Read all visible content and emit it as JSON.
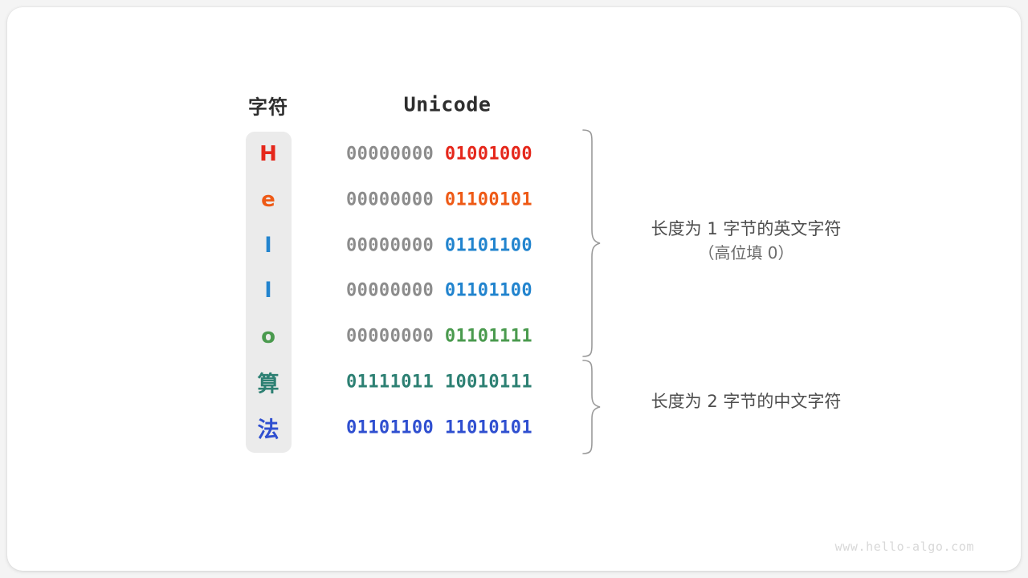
{
  "card": {
    "background": "#ffffff",
    "page_background": "#f4f4f4"
  },
  "table": {
    "headers": {
      "character": "字符",
      "unicode": "Unicode"
    },
    "pill_color": "#ebebeb",
    "high_byte_color": "#8c8c8c",
    "rows": [
      {
        "char": "H",
        "color": "#e5271b",
        "high_byte": "00000000",
        "low_byte": "01001000",
        "high_byte_muted": true
      },
      {
        "char": "e",
        "color": "#ee5a16",
        "high_byte": "00000000",
        "low_byte": "01100101",
        "high_byte_muted": true
      },
      {
        "char": "l",
        "color": "#2284ce",
        "high_byte": "00000000",
        "low_byte": "01101100",
        "high_byte_muted": true
      },
      {
        "char": "l",
        "color": "#2284ce",
        "high_byte": "00000000",
        "low_byte": "01101100",
        "high_byte_muted": true
      },
      {
        "char": "o",
        "color": "#4a9a4e",
        "high_byte": "00000000",
        "low_byte": "01101111",
        "high_byte_muted": true
      },
      {
        "char": "算",
        "color": "#2d8073",
        "high_byte": "01111011",
        "low_byte": "10010111",
        "high_byte_muted": false
      },
      {
        "char": "法",
        "color": "#2f4fd0",
        "high_byte": "01101100",
        "low_byte": "11010101",
        "high_byte_muted": false
      }
    ]
  },
  "annotations": [
    {
      "line1": "长度为 1 字节的英文字符",
      "line2": "（高位填 0）",
      "covers_rows": "1-5"
    },
    {
      "line1": "长度为 2 字节的中文字符",
      "line2": "",
      "covers_rows": "6-7"
    }
  ],
  "brace_color": "#9a9a9a",
  "watermark": "www.hello-algo.com"
}
